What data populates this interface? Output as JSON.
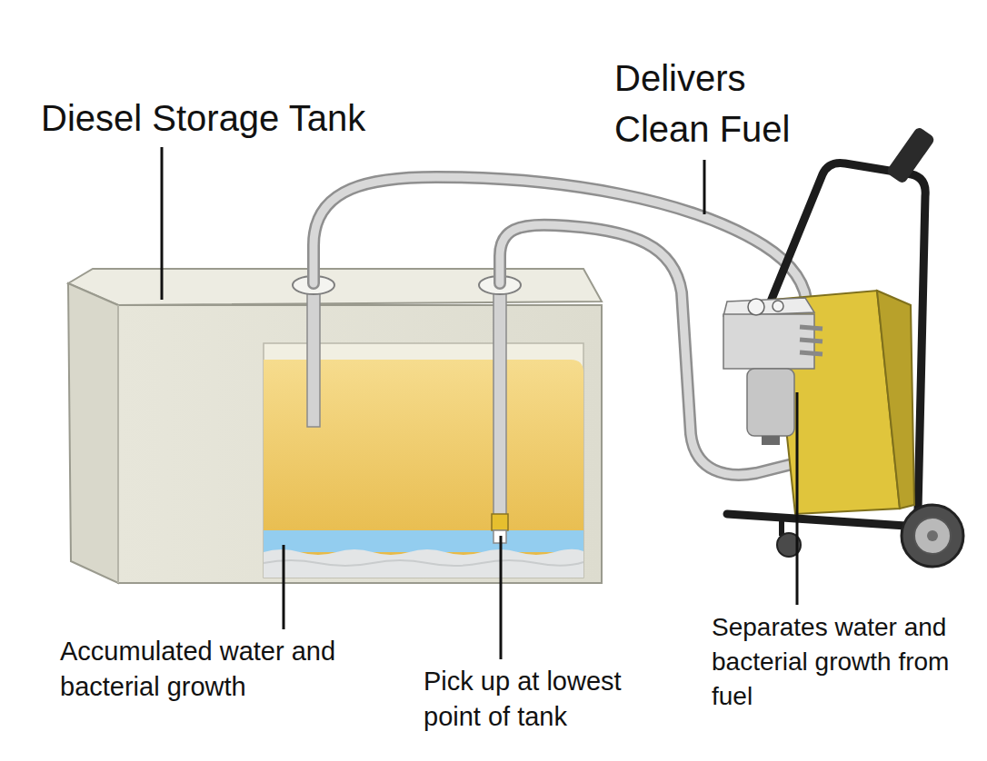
{
  "diagram": {
    "labels": [
      "Diesel Storage Tank",
      "Delivers Clean Fuel",
      "Accumulated water and bacterial growth",
      "Pick up at lowest point of tank",
      "Separates water and bacterial growth from fuel"
    ]
  }
}
